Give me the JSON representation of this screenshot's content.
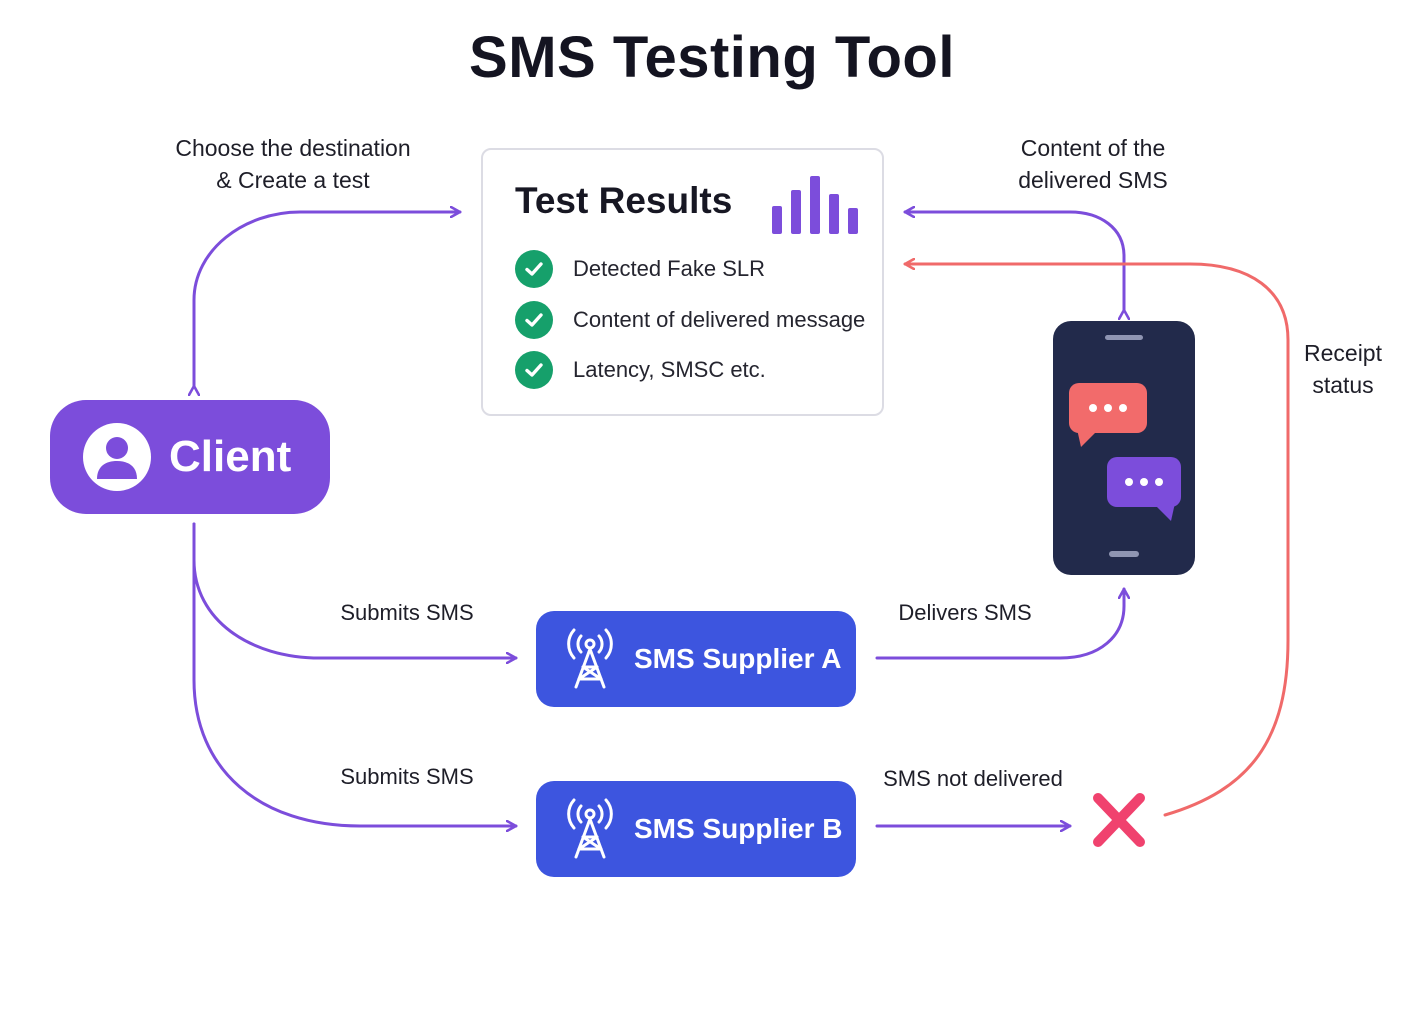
{
  "title": "SMS Testing Tool",
  "labels": {
    "choose_destination": [
      "Choose the destination",
      "& Create a test"
    ],
    "content_delivered": [
      "Content of the",
      "delivered SMS"
    ],
    "receipt_status": [
      "Receipt",
      "status"
    ],
    "submits_sms_a": "Submits SMS",
    "submits_sms_b": "Submits SMS",
    "delivers_sms": "Delivers SMS",
    "sms_not_delivered": "SMS not delivered"
  },
  "results": {
    "title": "Test Results",
    "items": [
      "Detected Fake SLR",
      "Content of delivered message",
      "Latency, SMSC etc."
    ]
  },
  "client": {
    "label": "Client"
  },
  "suppliers": [
    {
      "label": "SMS Supplier A"
    },
    {
      "label": "SMS Supplier B"
    }
  ],
  "icons": {
    "client": "user-icon",
    "supplier": "antenna-icon",
    "result_item": "check-icon",
    "results_chart": "bar-chart-icon",
    "failure": "x-icon",
    "phone": "phone-icon",
    "chat": "chat-bubble-icon"
  },
  "colors": {
    "flow_purple": "#7c4ddb",
    "receipt_red": "#f06a6a",
    "supplier_blue": "#3d55df",
    "check_green": "#16a06b",
    "phone_navy": "#222a4b",
    "failure_pink": "#f0426e",
    "bubble_red": "#f26b6b",
    "bubble_purple": "#7c4ddb"
  }
}
